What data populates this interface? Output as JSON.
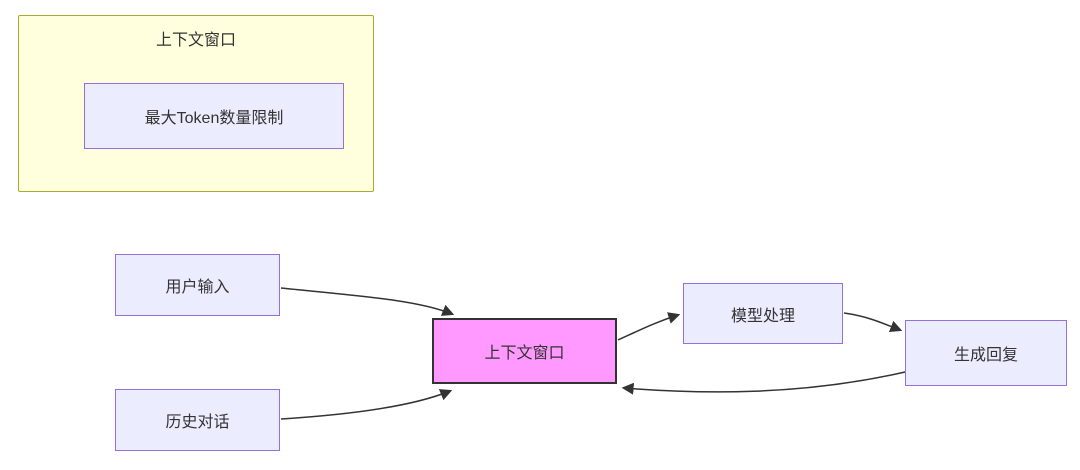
{
  "diagram": {
    "subgraph": {
      "title": "上下文窗口",
      "node_label": "最大Token数量限制"
    },
    "nodes": {
      "user_input": "用户输入",
      "history": "历史对话",
      "context_window": "上下文窗口",
      "model_processing": "模型处理",
      "generate_reply": "生成回复"
    },
    "colors": {
      "node_fill": "#ECECFF",
      "node_border": "#9370DB",
      "subgraph_fill": "#FFFFDE",
      "subgraph_border": "#AAAA33",
      "highlight_fill": "#FF99FF",
      "highlight_border": "#333333",
      "edge_color": "#333333",
      "text_color": "#333333"
    }
  }
}
